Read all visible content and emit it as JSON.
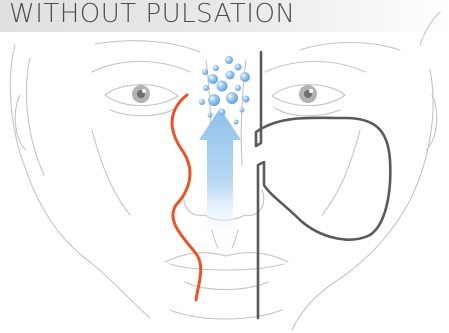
{
  "title": "WITHOUT PULSATION",
  "colors": {
    "banner": "#e6e6e6",
    "title_text": "#4d4d4d",
    "face_line": "#bdbdbd",
    "sinus_outline": "#5a5a5a",
    "wave": "#e8542a",
    "arrow_top": "#8fc0ea",
    "arrow_bottom": "#ffffff",
    "bubble": "#8fc3ee"
  },
  "icons": [
    "face-illustration",
    "pulse-wave-icon",
    "airflow-arrow-icon",
    "sinus-outline",
    "bubbles-icon"
  ]
}
